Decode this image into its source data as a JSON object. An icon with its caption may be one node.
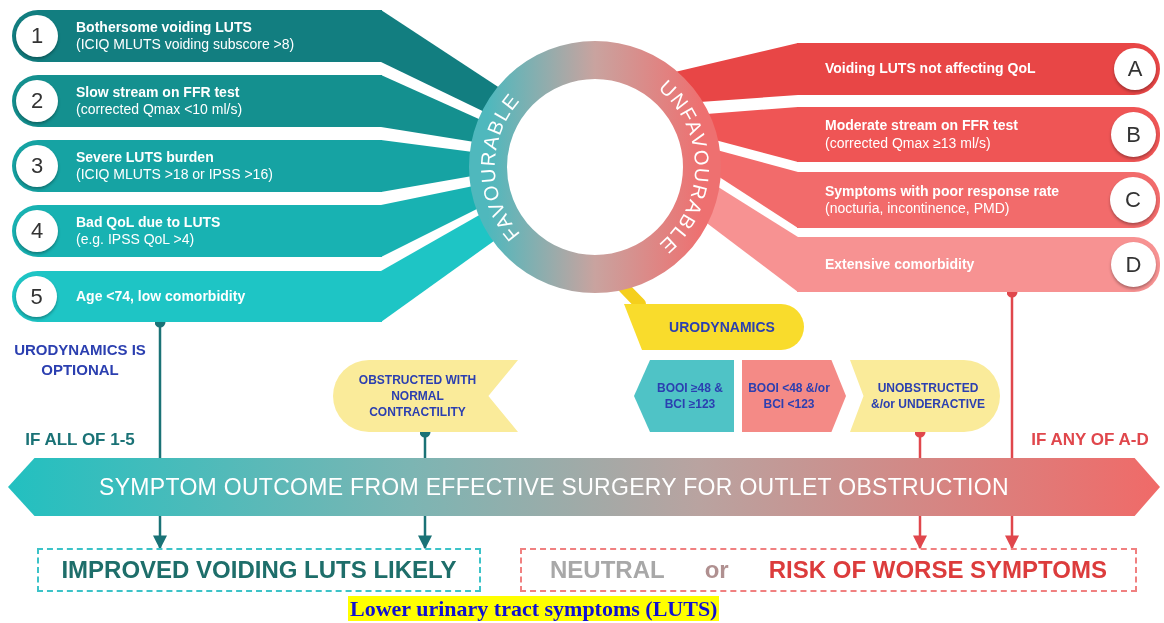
{
  "diagram": {
    "caption": "Lower urinary tract symptoms (LUTS)",
    "nodes": [
      {
        "text": [
          "1",
          "Bothersome voiding LUTS",
          "(ICIQ MLUTS voiding subscore >8)"
        ]
      },
      {
        "text": [
          "2",
          "Slow stream on FFR test",
          "(corrected Qmax <10 ml/s)"
        ]
      },
      {
        "text": [
          "3",
          "Severe LUTS burden",
          "(ICIQ MLUTS >18 or IPSS >16)"
        ]
      },
      {
        "text": [
          "4",
          "Bad QoL due to LUTS",
          "(e.g. IPSS QoL >4)"
        ]
      },
      {
        "text": [
          "5",
          "Age <74, low comorbidity"
        ]
      },
      {
        "text": [
          "FAVOURABLE",
          "UNFAVOURABLE"
        ]
      },
      {
        "text": [
          "Voiding LUTS not affecting QoL",
          "A"
        ]
      },
      {
        "text": [
          "Moderate stream on FFR test",
          "(corrected Qmax ≥13 ml/s)",
          "B"
        ]
      },
      {
        "text": [
          "Symptoms with poor response rate",
          "(nocturia, incontinence, PMD)",
          "C"
        ]
      },
      {
        "text": [
          "Extensive comorbidity",
          "D"
        ]
      },
      {
        "text": [
          "URODYNAMICS"
        ]
      },
      {
        "text": [
          "OBSTRUCTED WITH NORMAL CONTRACTILITY"
        ]
      },
      {
        "text": [
          "BOOI ≥48 & BCI ≥123"
        ]
      },
      {
        "text": [
          "BOOI <48 &/or BCI <123"
        ]
      },
      {
        "text": [
          "UNOBSTRUCTED &/or UNDERACTIVE"
        ]
      },
      {
        "text": [
          "SYMPTOM OUTCOME FROM EFFECTIVE SURGERY FOR OUTLET OBSTRUCTION"
        ]
      },
      {
        "text": [
          "IMPROVED VOIDING LUTS LIKELY"
        ]
      },
      {
        "text": [
          "NEUTRAL",
          "or",
          "RISK OF WORSE SYMPTOMS"
        ]
      }
    ],
    "edges": [
      {
        "from": 4,
        "to": 15,
        "arrow": "other",
        "label": "IF ALL OF 1-5",
        "color": "#1a7276"
      },
      {
        "from": 15,
        "to": 16,
        "arrow": "to",
        "color": "#1a7276"
      },
      {
        "from": 11,
        "to": 15,
        "arrow": "other",
        "color": "#1a7276"
      },
      {
        "from": 15,
        "to": 16,
        "arrow": "to",
        "color": "#1a7276"
      },
      {
        "from": 14,
        "to": 15,
        "arrow": "other",
        "color": "#e0474c"
      },
      {
        "from": 15,
        "to": 17,
        "arrow": "to",
        "color": "#e0474c"
      },
      {
        "from": 9,
        "to": 15,
        "arrow": "other",
        "label": "IF ANY OF A-D",
        "color": "#e0474c"
      },
      {
        "from": 15,
        "to": 17,
        "arrow": "to",
        "color": "#e0474c"
      },
      {
        "from": 5,
        "to": 10,
        "arrow": "none",
        "style": "thick",
        "color": "#f5cf1c"
      }
    ],
    "labels": [
      "URODYNAMICS IS OPTIONAL"
    ]
  }
}
